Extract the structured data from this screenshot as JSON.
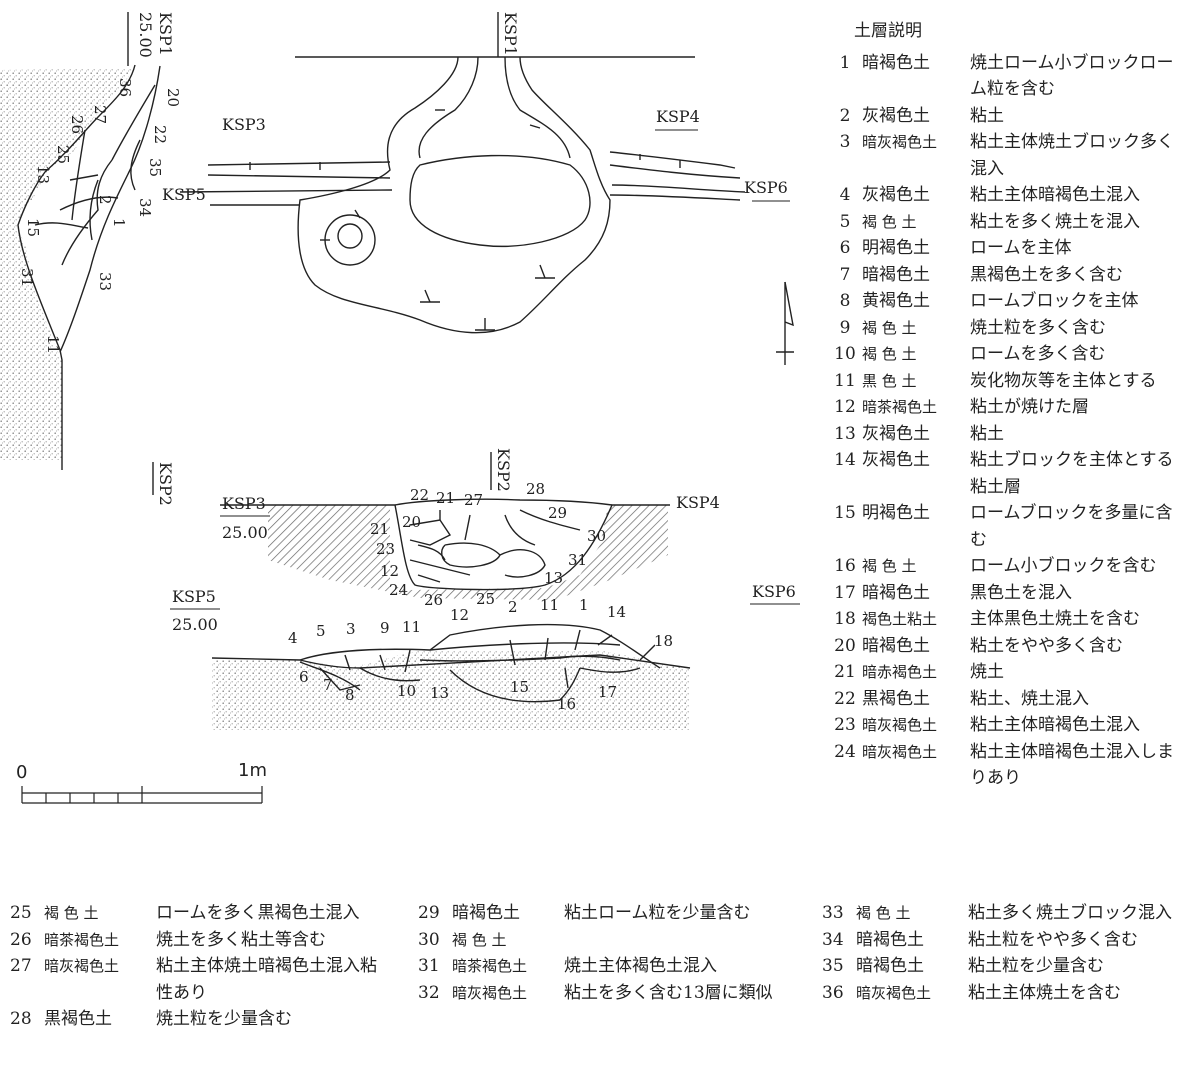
{
  "labels": {
    "ksp1": "KSP1",
    "ksp1_elev": "25.00",
    "ksp2": "KSP2",
    "ksp3": "KSP3",
    "ksp3_elev": "25.00",
    "ksp4": "KSP4",
    "ksp5": "KSP5",
    "ksp5_elev": "25.00",
    "ksp6": "KSP6"
  },
  "scale": {
    "start": "0",
    "end": "1m"
  },
  "legend": {
    "title": "土層説明",
    "main": [
      {
        "num": "1",
        "color": "暗褐色土",
        "desc": "焼土ローム小ブロックローム粒を含む"
      },
      {
        "num": "2",
        "color": "灰褐色土",
        "desc": "粘土"
      },
      {
        "num": "3",
        "color": "暗灰褐色土",
        "desc": "粘土主体焼土ブロック多く混入"
      },
      {
        "num": "4",
        "color": "灰褐色土",
        "desc": "粘土主体暗褐色土混入"
      },
      {
        "num": "5",
        "color": "褐 色 土",
        "desc": "粘土を多く焼土を混入"
      },
      {
        "num": "6",
        "color": "明褐色土",
        "desc": "ロームを主体"
      },
      {
        "num": "7",
        "color": "暗褐色土",
        "desc": "黒褐色土を多く含む"
      },
      {
        "num": "8",
        "color": "黄褐色土",
        "desc": "ロームブロックを主体"
      },
      {
        "num": "9",
        "color": "褐 色 土",
        "desc": "焼土粒を多く含む"
      },
      {
        "num": "10",
        "color": "褐 色 土",
        "desc": "ロームを多く含む"
      },
      {
        "num": "11",
        "color": "黒 色 土",
        "desc": "炭化物灰等を主体とする"
      },
      {
        "num": "12",
        "color": "暗茶褐色土",
        "desc": "粘土が焼けた層"
      },
      {
        "num": "13",
        "color": "灰褐色土",
        "desc": "粘土"
      },
      {
        "num": "14",
        "color": "灰褐色土",
        "desc": "粘土ブロックを主体とする粘土層"
      },
      {
        "num": "15",
        "color": "明褐色土",
        "desc": "ロームブロックを多量に含む"
      },
      {
        "num": "16",
        "color": "褐 色 土",
        "desc": "ローム小ブロックを含む"
      },
      {
        "num": "17",
        "color": "暗褐色土",
        "desc": "黒色土を混入"
      },
      {
        "num": "18",
        "color": "褐色土粘土",
        "desc": "主体黒色土焼土を含む"
      },
      {
        "num": "20",
        "color": "暗褐色土",
        "desc": "粘土をやや多く含む"
      },
      {
        "num": "21",
        "color": "暗赤褐色土",
        "desc": "焼土"
      },
      {
        "num": "22",
        "color": "黒褐色土",
        "desc": "粘土、焼土混入"
      },
      {
        "num": "23",
        "color": "暗灰褐色土",
        "desc": "粘土主体暗褐色土混入"
      },
      {
        "num": "24",
        "color": "暗灰褐色土",
        "desc": "粘土主体暗褐色土混入しまりあり"
      }
    ],
    "col1": [
      {
        "num": "25",
        "color": "褐 色 土",
        "desc": "ロームを多く黒褐色土混入"
      },
      {
        "num": "26",
        "color": "暗茶褐色土",
        "desc": "焼土を多く粘土等含む"
      },
      {
        "num": "27",
        "color": "暗灰褐色土",
        "desc": "粘土主体焼土暗褐色土混入粘性あり"
      },
      {
        "num": "28",
        "color": "黒褐色土",
        "desc": "焼土粒を少量含む"
      }
    ],
    "col2": [
      {
        "num": "29",
        "color": "暗褐色土",
        "desc": "粘土ローム粒を少量含む"
      },
      {
        "num": "30",
        "color": "褐 色 土",
        "desc": ""
      },
      {
        "num": "31",
        "color": "暗茶褐色土",
        "desc": "焼土主体褐色土混入"
      },
      {
        "num": "32",
        "color": "暗灰褐色土",
        "desc": "粘土を多く含む13層に類似"
      }
    ],
    "col3": [
      {
        "num": "33",
        "color": "褐 色 土",
        "desc": "粘土多く焼土ブロック混入"
      },
      {
        "num": "34",
        "color": "暗褐色土",
        "desc": "粘土粒をやや多く含む"
      },
      {
        "num": "35",
        "color": "暗褐色土",
        "desc": "粘土粒を少量含む"
      },
      {
        "num": "36",
        "color": "暗灰褐色土",
        "desc": "粘土主体焼土を含む"
      }
    ]
  },
  "layer_numbers": {
    "upper_section": [
      "22",
      "21",
      "27",
      "28",
      "29",
      "30",
      "20",
      "21",
      "23",
      "12",
      "31",
      "13",
      "24",
      "26",
      "25"
    ],
    "lower_section": [
      "4",
      "5",
      "3",
      "9",
      "11",
      "12",
      "2",
      "11",
      "1",
      "14",
      "18",
      "6",
      "7",
      "8",
      "10",
      "13",
      "15",
      "16",
      "17"
    ],
    "left_section": [
      "36",
      "27",
      "26",
      "25",
      "13",
      "15",
      "31",
      "11",
      "20",
      "22",
      "35",
      "34",
      "2",
      "1",
      "33"
    ]
  }
}
